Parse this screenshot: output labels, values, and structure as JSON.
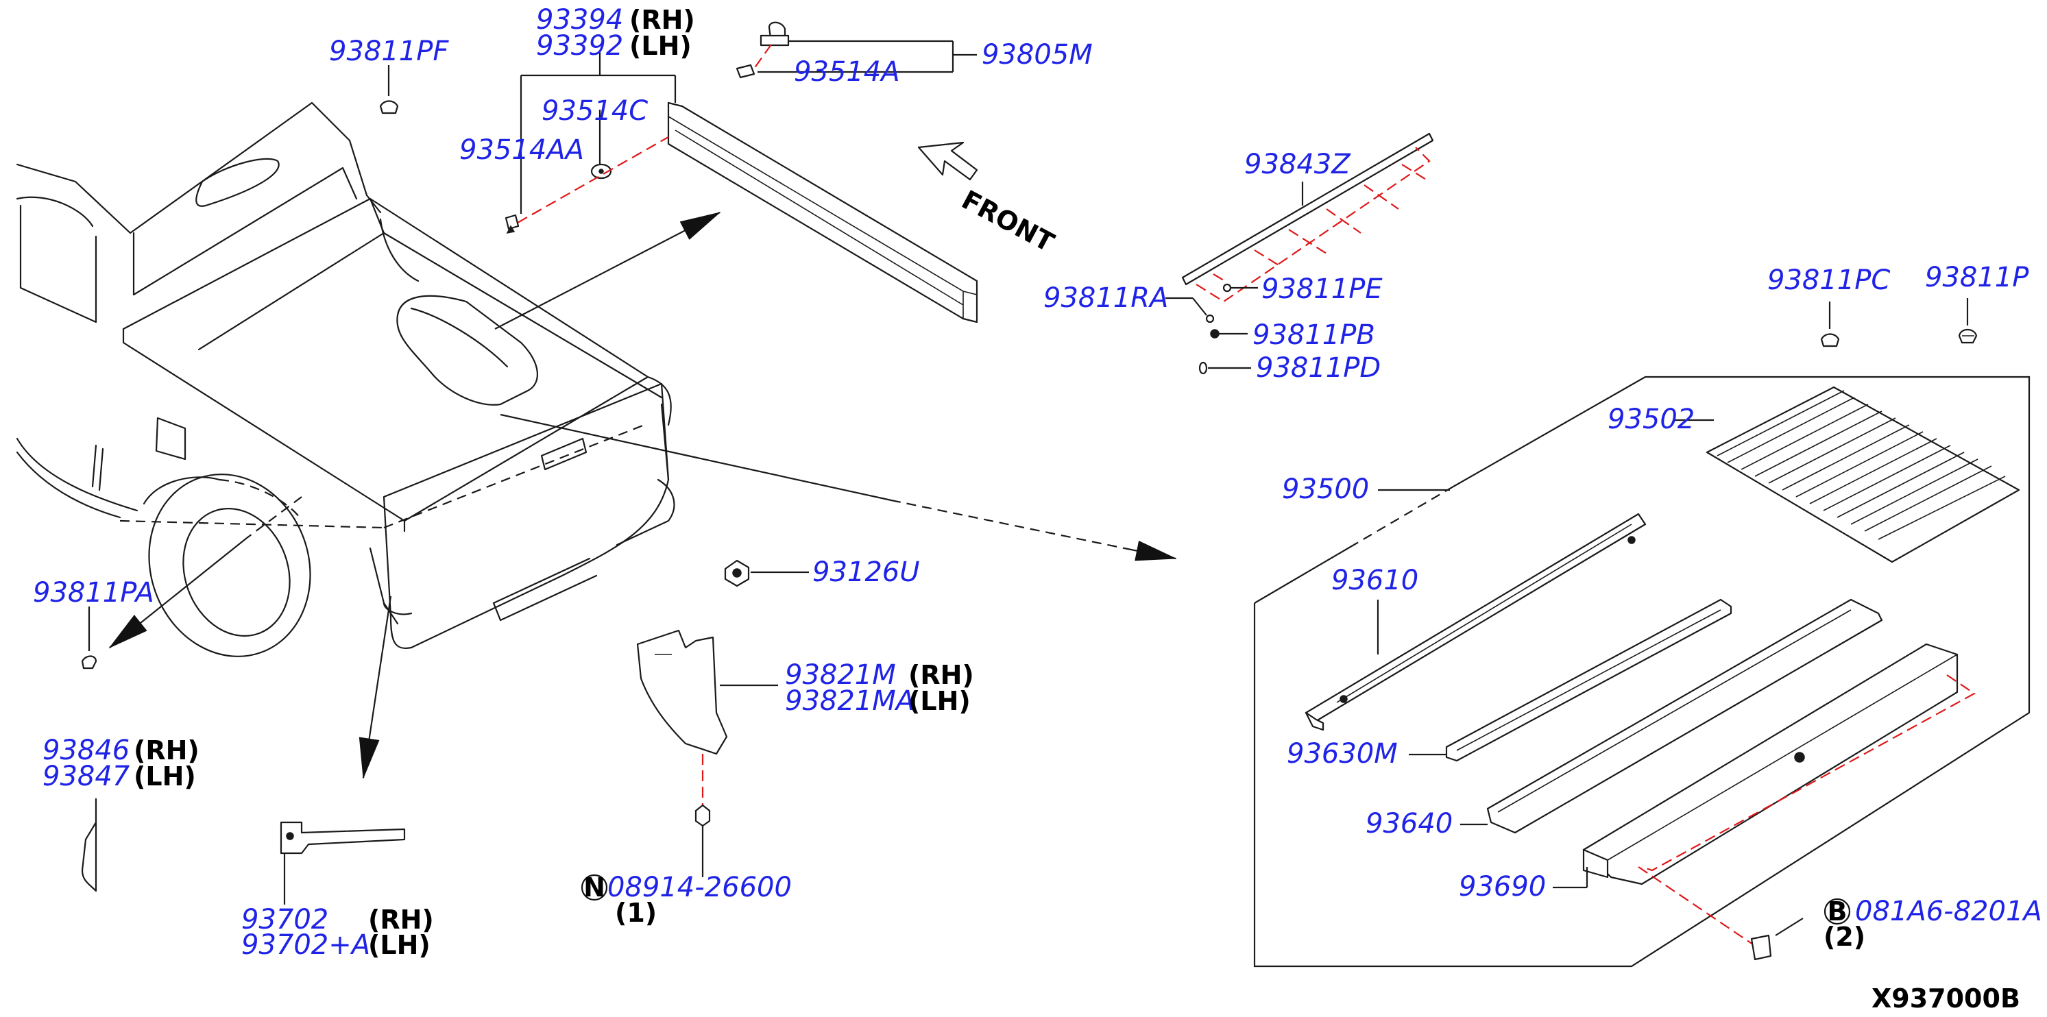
{
  "diagram_code": "X937000B",
  "front_label": "FRONT",
  "symbols": {
    "nut": "N",
    "bolt": "B"
  },
  "parts": {
    "p93811PF": "93811PF",
    "p93394": "93394",
    "p93392": "93392",
    "p93514C": "93514C",
    "p93514AA": "93514AA",
    "p93514A": "93514A",
    "p93805M": "93805M",
    "p93843Z": "93843Z",
    "p93811RA": "93811RA",
    "p93811PE": "93811PE",
    "p93811PB": "93811PB",
    "p93811PD": "93811PD",
    "p93811PC": "93811PC",
    "p93811P": "93811P",
    "p93502": "93502",
    "p93500": "93500",
    "p93610": "93610",
    "p93630M": "93630M",
    "p93640": "93640",
    "p93690": "93690",
    "p081A6": "081A6-8201A",
    "p93126U": "93126U",
    "p93821M": "93821M",
    "p93821MA": "93821MA",
    "p08914": "08914-26600",
    "p93811PA": "93811PA",
    "p93846": "93846",
    "p93847": "93847",
    "p93702": "93702",
    "p93702A": "93702+A"
  },
  "notes": {
    "rh": "(RH)",
    "lh": "(LH)",
    "qty1": "(1)",
    "qty2": "(2)"
  }
}
